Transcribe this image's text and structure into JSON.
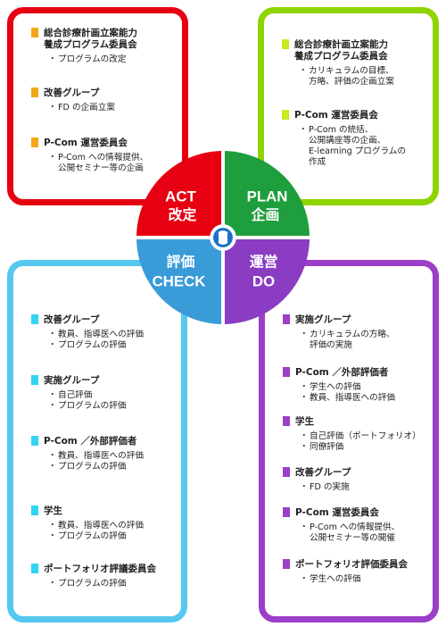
{
  "quadrants": {
    "act": {
      "en": "ACT",
      "ja": "改定",
      "color": "#e60012"
    },
    "plan": {
      "en": "PLAN",
      "ja": "企画",
      "color": "#1e9e3c"
    },
    "check": {
      "en": "CHECK",
      "ja": "評価",
      "color": "#3a9bd9"
    },
    "do": {
      "en": "DO",
      "ja": "運営",
      "color": "#8a3cc2"
    }
  },
  "act_panel": {
    "groups": [
      {
        "title": [
          "総合診療計画立案能力",
          "養成プログラム委員会"
        ],
        "items": [
          [
            "プログラムの改定"
          ]
        ]
      },
      {
        "title": [
          "改善グループ"
        ],
        "items": [
          [
            "FD の企画立案"
          ]
        ]
      },
      {
        "title": [
          "P-Com 運営委員会"
        ],
        "items": [
          [
            "P-Com への情報提供、",
            "公開セミナー等の企画"
          ]
        ]
      }
    ]
  },
  "plan_panel": {
    "groups": [
      {
        "title": [
          "総合診療計画立案能力",
          "養成プログラム委員会"
        ],
        "items": [
          [
            "カリキュラムの目標、",
            "方略、評価の企画立案"
          ]
        ]
      },
      {
        "title": [
          "P-Com 運営委員会"
        ],
        "items": [
          [
            "P-Com の統括、",
            "公開講座等の企画、",
            "E-learning プログラムの",
            "作成"
          ]
        ]
      }
    ]
  },
  "check_panel": {
    "groups": [
      {
        "title": [
          "改善グループ"
        ],
        "items": [
          [
            "教員、指導医への評価"
          ],
          [
            "プログラムの評価"
          ]
        ]
      },
      {
        "title": [
          "実施グループ"
        ],
        "items": [
          [
            "自己評価"
          ],
          [
            "プログラムの評価"
          ]
        ]
      },
      {
        "title": [
          "P-Com ／外部評価者"
        ],
        "items": [
          [
            "教員、指導医への評価"
          ],
          [
            "プログラムの評価"
          ]
        ]
      },
      {
        "title": [
          "学生"
        ],
        "items": [
          [
            "教員、指導医への評価"
          ],
          [
            "プログラムの評価"
          ]
        ]
      },
      {
        "title": [
          "ポートフォリオ評議委員会"
        ],
        "items": [
          [
            "プログラムの評価"
          ]
        ]
      }
    ]
  },
  "do_panel": {
    "groups": [
      {
        "title": [
          "実施グループ"
        ],
        "items": [
          [
            "カリキュラムの方略、",
            "評価の実施"
          ]
        ]
      },
      {
        "title": [
          "P-Com ／外部評価者"
        ],
        "items": [
          [
            "学生への評価"
          ],
          [
            "教員、指導医への評価"
          ]
        ]
      },
      {
        "title": [
          "学生"
        ],
        "items": [
          [
            "自己評価（ポートフォリオ）"
          ],
          [
            "同僚評価"
          ]
        ]
      },
      {
        "title": [
          "改善グループ"
        ],
        "items": [
          [
            "FD の実施"
          ]
        ]
      },
      {
        "title": [
          "P-Com 運営委員会"
        ],
        "items": [
          [
            "P-Com への情報提供、",
            "公開セミナー等の開催"
          ]
        ]
      },
      {
        "title": [
          "ポートフォリオ評価委員会"
        ],
        "items": [
          [
            "学生への評価"
          ]
        ]
      }
    ]
  }
}
